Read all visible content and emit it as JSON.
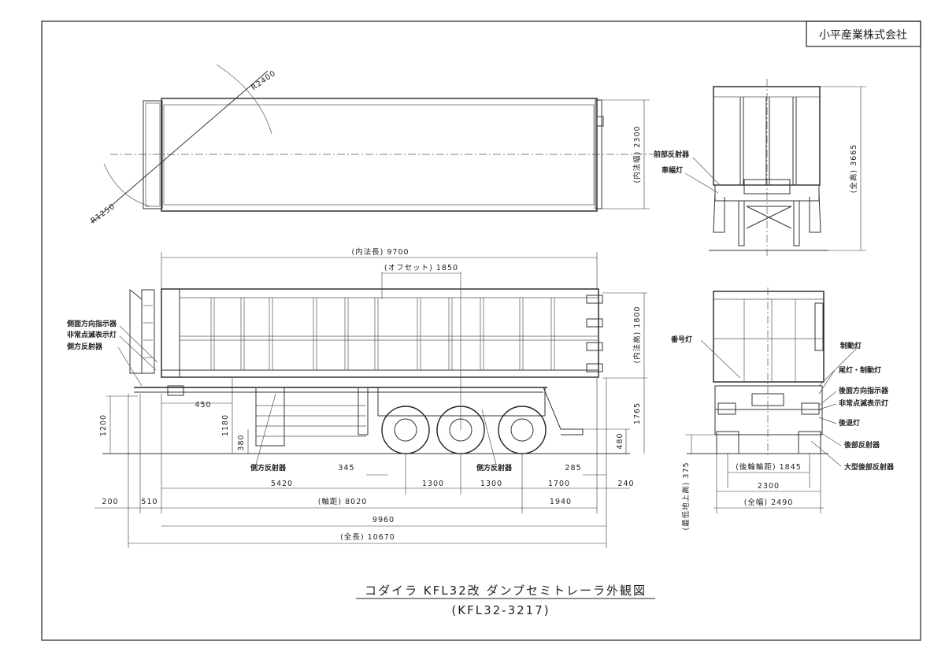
{
  "company": "小平産業株式会社",
  "title": {
    "main": "コダイラ KFL32改 ダンプセミトレーラ外観図",
    "sub": "(KFL32-3217)"
  },
  "plan_view": {
    "radius_front": "R2400",
    "radius_rear": "R1250",
    "inner_width": "(内法幅) 2300"
  },
  "side_view": {
    "inner_length": "(内法長) 9700",
    "offset": "(オフセット) 1850",
    "inner_height": "(内法高) 1800",
    "height_1765": "1765",
    "dim_450": "450",
    "dim_1200": "1200",
    "dim_1180": "1180",
    "dim_380": "380",
    "dim_480": "480",
    "dim_345": "345",
    "dim_285": "285",
    "dim_5420": "5420",
    "dim_1300a": "1300",
    "dim_1300b": "1300",
    "dim_1700": "1700",
    "dim_240": "240",
    "dim_200": "200",
    "dim_510": "510",
    "wheelbase": "(軸距) 8020",
    "dim_1940": "1940",
    "dim_9960": "9960",
    "overall_length": "(全長) 10670",
    "label_side_direction": "側面方向指示器",
    "label_hazard": "非常点滅表示灯",
    "label_side_reflector": "側方反射器",
    "label_side_reflector_bottom1": "側方反射器",
    "label_side_reflector_bottom2": "側方反射器"
  },
  "front_view": {
    "overall_height": "(全高) 3665",
    "label_front_reflector": "前部反射器",
    "label_width_lamp": "車幅灯"
  },
  "rear_view": {
    "label_plate_lamp": "番号灯",
    "label_brake": "制動灯",
    "label_tail_brake": "尾灯・制動灯",
    "label_rear_direction": "後面方向指示器",
    "label_hazard": "非常点滅表示灯",
    "label_reverse": "後退灯",
    "label_rear_reflector": "後部反射器",
    "label_large_rear_reflector": "大型後部反射器",
    "rear_track": "(後輪輪距) 1845",
    "width_2300": "2300",
    "overall_width": "(全幅) 2490",
    "ground_clearance": "(最低地上高) 375"
  }
}
